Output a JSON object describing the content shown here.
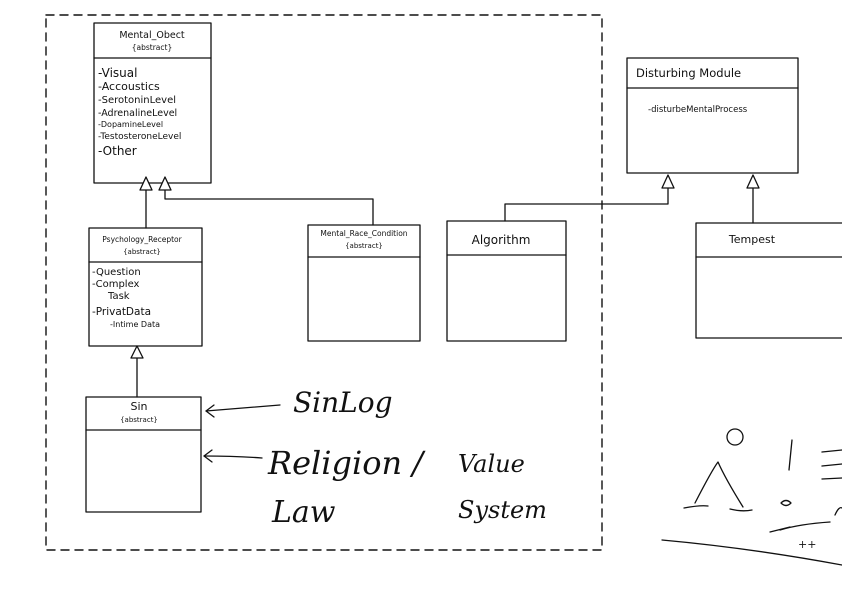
{
  "classes": {
    "mental_object": {
      "name": "Mental_Obect",
      "stereotype": "{abstract}",
      "attributes": [
        "-Visual",
        "-Accoustics",
        "-SerotoninLevel",
        "-AdrenalineLevel",
        "-DopamineLevel",
        "-TestosteroneLevel",
        "-Other"
      ]
    },
    "psychology_receptor": {
      "name": "Psychology_Receptor",
      "stereotype": "{abstract}",
      "attributes": [
        "-Question",
        "-Complex",
        "Task",
        "-PrivatData",
        "-Intime Data"
      ]
    },
    "mental_race_condition": {
      "name": "Mental_Race_Condition",
      "stereotype": "{abstract}"
    },
    "algorithm": {
      "name": "Algorithm"
    },
    "sin": {
      "name": "Sin",
      "stereotype": "{abstract}"
    },
    "disturbing_module": {
      "name": "Disturbing Module",
      "attributes": [
        "-disturbeMentalProcess"
      ]
    },
    "tempest": {
      "name": "Tempest"
    }
  },
  "annotations": {
    "sinlog": "SinLog",
    "religion": "Religion /",
    "law": "Law",
    "value": "Value",
    "system": "System"
  },
  "sketch": {
    "plus": "++"
  }
}
